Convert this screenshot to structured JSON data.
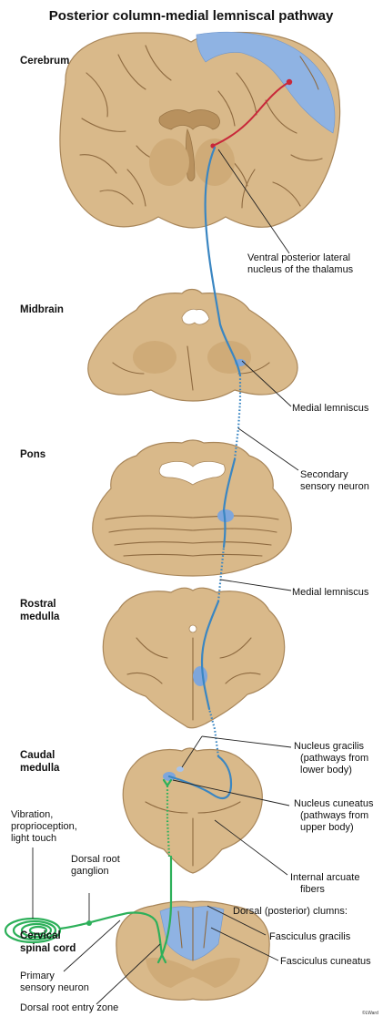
{
  "title": "Posterior column-medial lemniscal pathway",
  "regions": {
    "cerebrum": "Cerebrum",
    "midbrain": "Midbrain",
    "pons": "Pons",
    "rostral_medulla_1": "Rostral",
    "rostral_medulla_2": "medulla",
    "caudal_medulla_1": "Caudal",
    "caudal_medulla_2": "medulla",
    "cervical_cord_1": "Cervical",
    "cervical_cord_2": "spinal cord"
  },
  "labels": {
    "vpl_1": "Ventral posterior lateral",
    "vpl_2": "nucleus of the thalamus",
    "medial_lemniscus_upper": "Medial lemniscus",
    "secondary_neuron_1": "Secondary",
    "secondary_neuron_2": "sensory neuron",
    "medial_lemniscus_lower": "Medial lemniscus",
    "nucleus_gracilis_1": "Nucleus gracilis",
    "nucleus_gracilis_2": "(pathways from",
    "nucleus_gracilis_3": "lower body)",
    "nucleus_cuneatus_1": "Nucleus cuneatus",
    "nucleus_cuneatus_2": "(pathways from",
    "nucleus_cuneatus_3": "upper body)",
    "internal_arcuate_1": "Internal arcuate",
    "internal_arcuate_2": "fibers",
    "vibration_1": "Vibration,",
    "vibration_2": "proprioception,",
    "vibration_3": "light touch",
    "drg_1": "Dorsal root",
    "drg_2": "ganglion",
    "dorsal_columns": "Dorsal (posterior) clumns:",
    "fasciculus_gracilis": "Fasciculus gracilis",
    "fasciculus_cuneatus": "Fasciculus cuneatus",
    "primary_neuron_1": "Primary",
    "primary_neuron_2": "sensory neuron",
    "root_entry_zone": "Dorsal root entry zone"
  },
  "credit": "©LWard",
  "colors": {
    "tissue": "#d9b98a",
    "primary_neuron": "#2db05a",
    "secondary_neuron": "#3a86c2",
    "tertiary_neuron": "#c8283a",
    "highlight_area": "#8fb3e3"
  }
}
